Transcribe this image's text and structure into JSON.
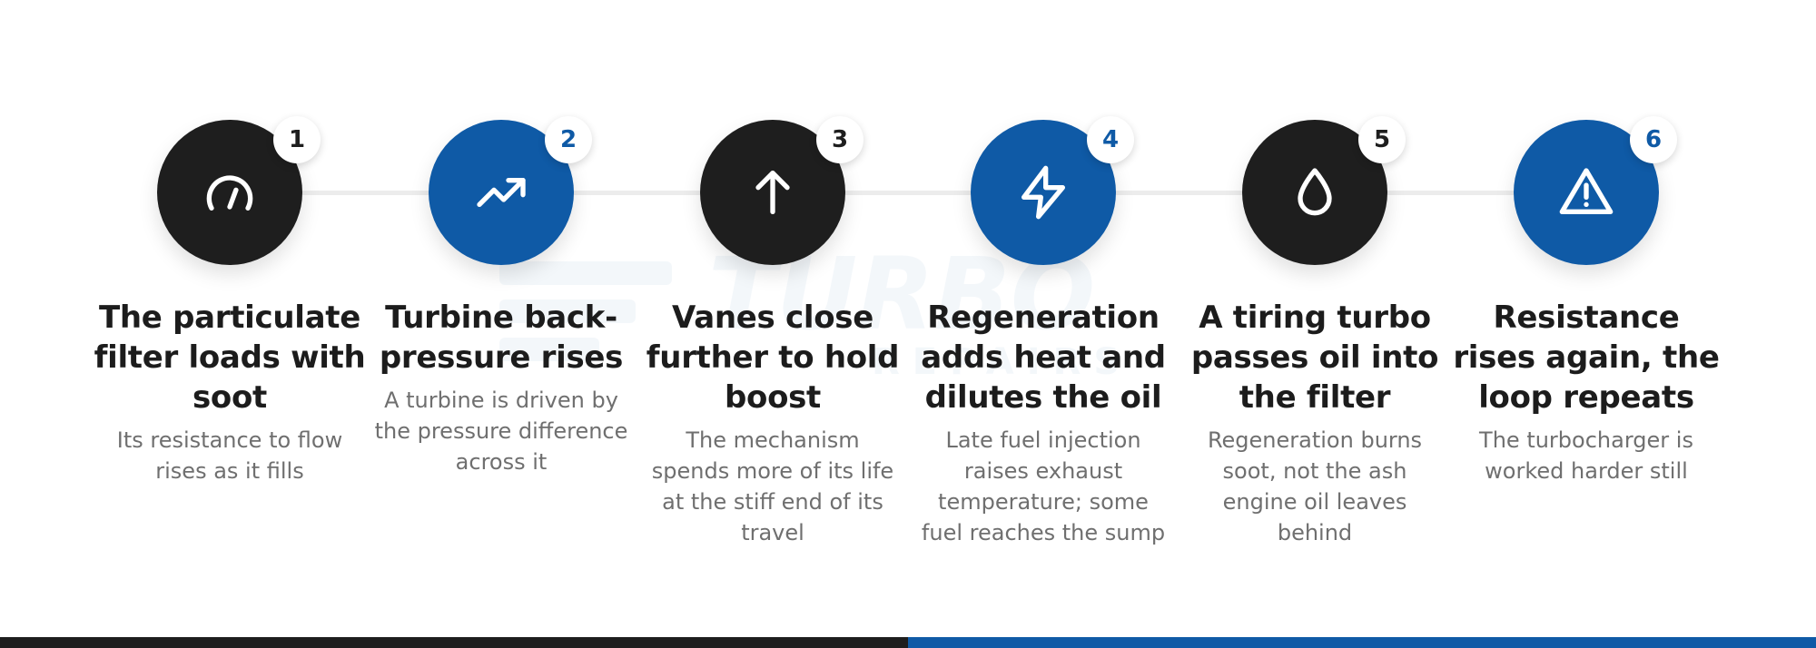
{
  "colors": {
    "dark": "#1e1e1e",
    "blue": "#0f5aa6",
    "connector": "#ececec",
    "title": "#1c1c1c",
    "desc": "#6f6f6f"
  },
  "steps": [
    {
      "number": "1",
      "variant": "dark",
      "icon": "gauge-icon",
      "title": "The particulate filter loads with soot",
      "desc": "Its resistance to flow rises as it fills"
    },
    {
      "number": "2",
      "variant": "blue",
      "icon": "trending-up-icon",
      "title": "Turbine back-pressure rises",
      "desc": "A turbine is driven by the pressure difference across it"
    },
    {
      "number": "3",
      "variant": "dark",
      "icon": "arrow-up-icon",
      "title": "Vanes close further to hold boost",
      "desc": "The mechanism spends more of its life at the stiff end of its travel"
    },
    {
      "number": "4",
      "variant": "blue",
      "icon": "lightning-icon",
      "title": "Regeneration adds heat and dilutes the oil",
      "desc": "Late fuel injection raises exhaust temperature; some fuel reaches the sump"
    },
    {
      "number": "5",
      "variant": "dark",
      "icon": "droplet-icon",
      "title": "A tiring turbo passes oil into the filter",
      "desc": "Regeneration burns soot, not the ash engine oil leaves behind"
    },
    {
      "number": "6",
      "variant": "blue",
      "icon": "warning-icon",
      "title": "Resistance rises again, the loop repeats",
      "desc": "The turbocharger is worked harder still"
    }
  ]
}
